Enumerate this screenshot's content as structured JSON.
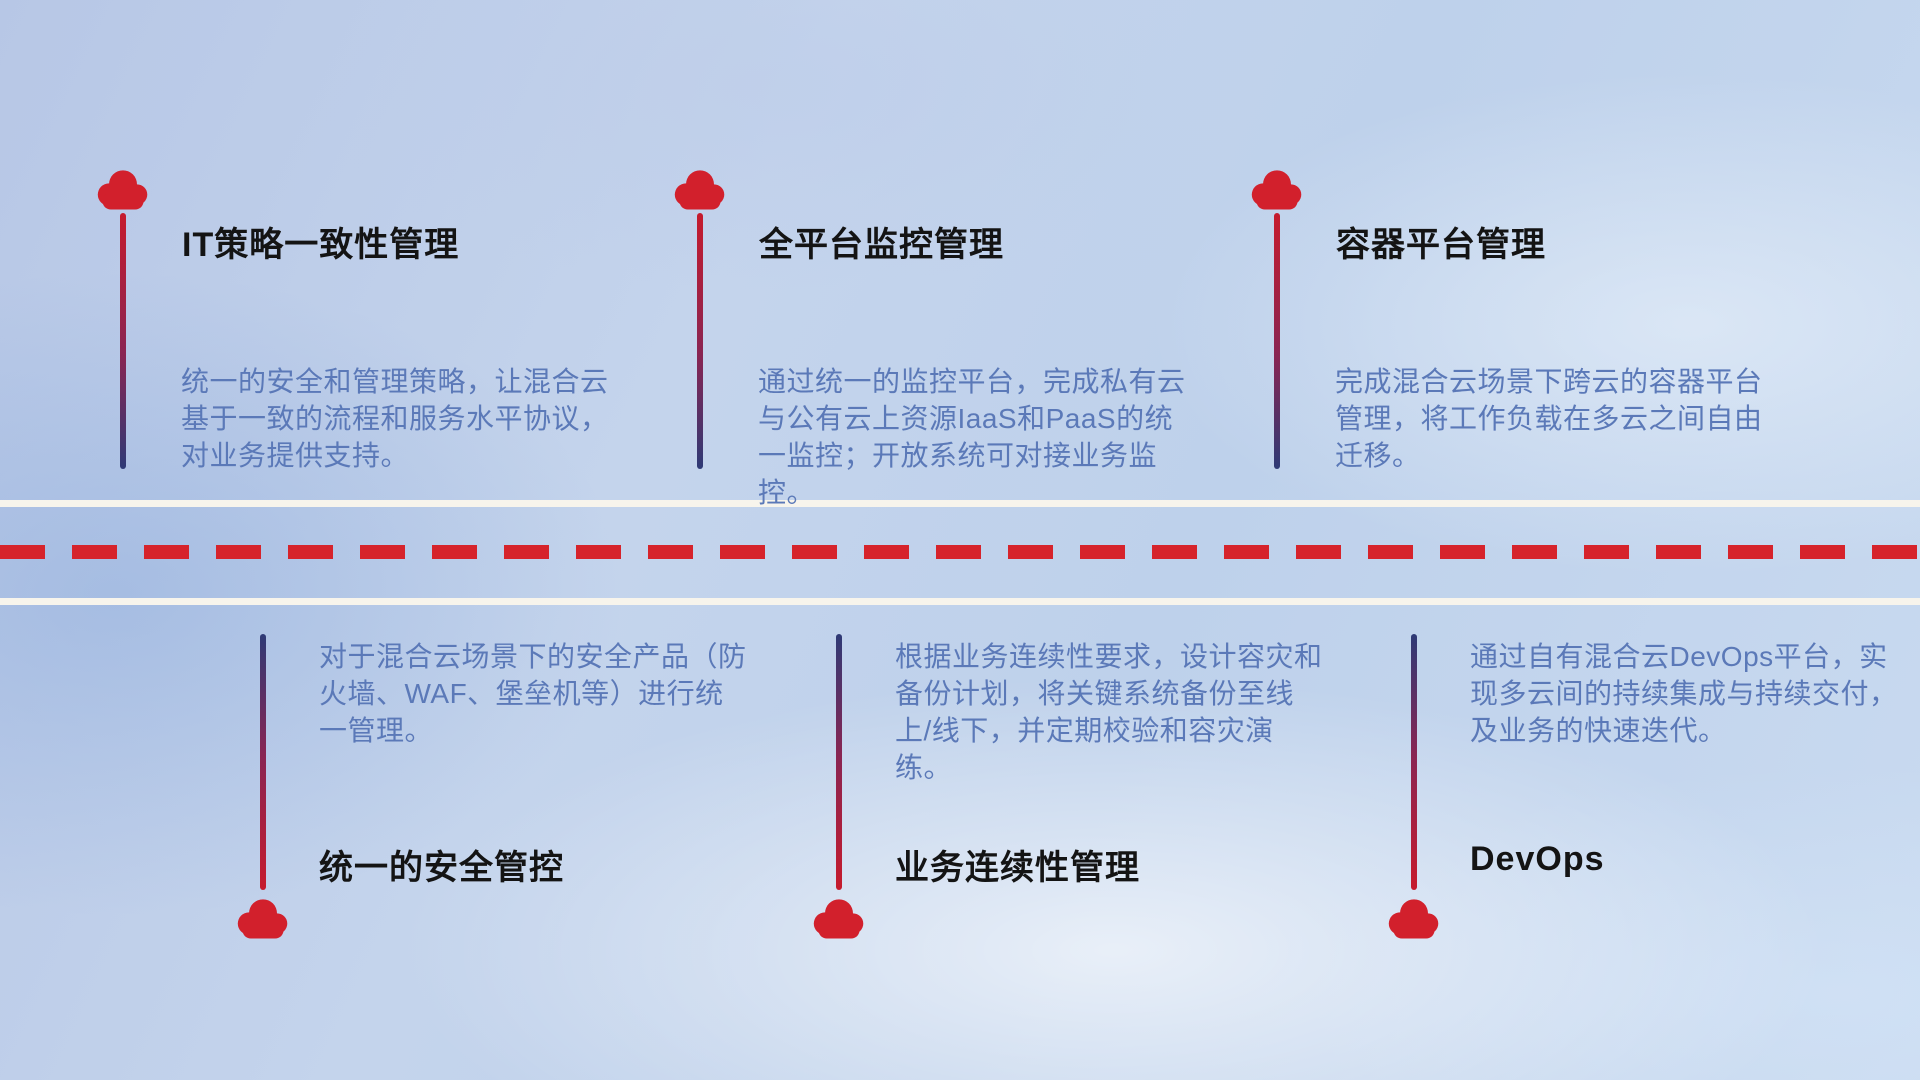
{
  "diagram": {
    "theme": "hybrid-cloud management capabilities timeline",
    "colors": {
      "cloud_red": "#d2202c",
      "dash_red": "#d6232b",
      "stem_red": "#c61b2d",
      "stem_navy": "#2e3a76",
      "road_white": "#f7f4ec",
      "title_text": "#141414",
      "desc_text": "#5b79b8",
      "background_blue": "#c0d1ea"
    }
  },
  "top_items": [
    {
      "title": "IT策略一致性管理",
      "description": "统一的安全和管理策略，让混合云基于一致的流程和服务水平协议，对业务提供支持。"
    },
    {
      "title": "全平台监控管理",
      "description": "通过统一的监控平台，完成私有云与公有云上资源IaaS和PaaS的统一监控；开放系统可对接业务监控。"
    },
    {
      "title": "容器平台管理",
      "description": "完成混合云场景下跨云的容器平台管理，将工作负载在多云之间自由迁移。"
    }
  ],
  "bottom_items": [
    {
      "title": "统一的安全管控",
      "description": "对于混合云场景下的安全产品（防火墙、WAF、堡垒机等）进行统一管理。"
    },
    {
      "title": "业务连续性管理",
      "description": "根据业务连续性要求，设计容灾和备份计划，将关键系统备份至线上/线下，并定期校验和容灾演练。"
    },
    {
      "title": "DevOps",
      "description": "通过自有混合云DevOps平台，实现多云间的持续集成与持续交付，及业务的快速迭代。"
    }
  ]
}
